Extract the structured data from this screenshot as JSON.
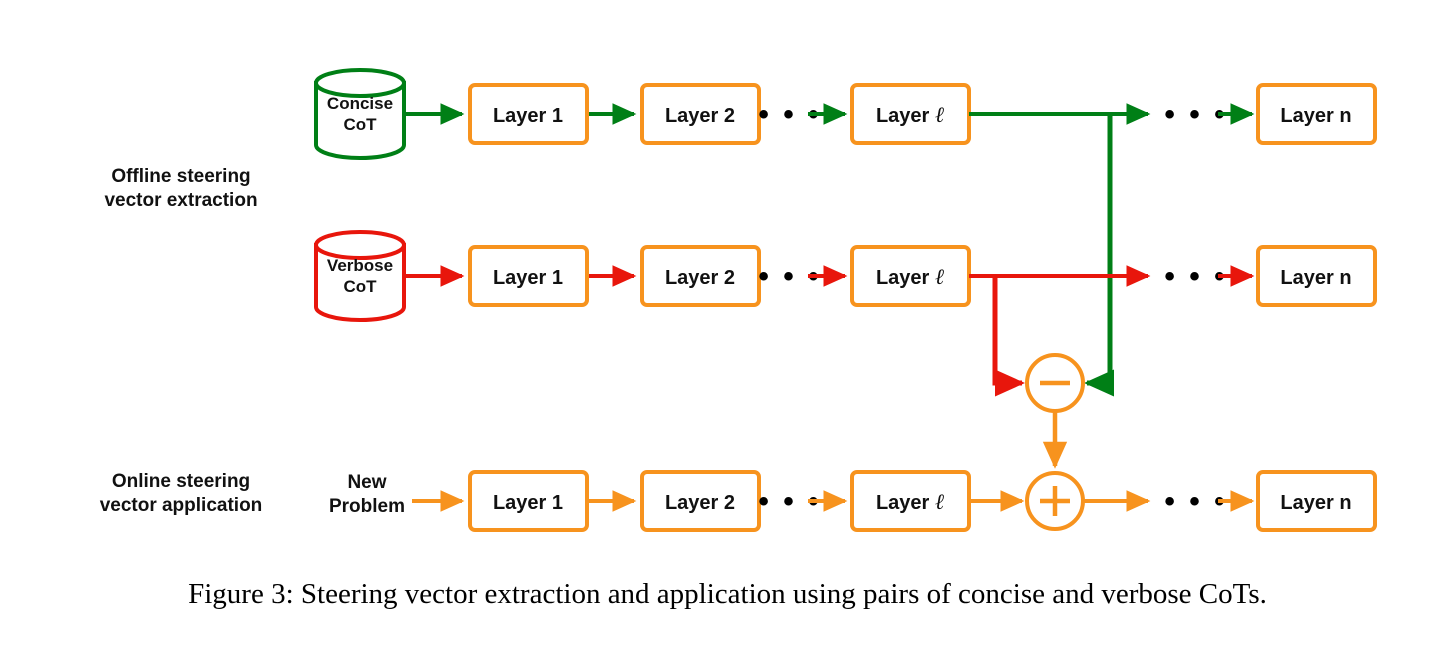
{
  "figure": {
    "caption": "Figure 3: Steering vector extraction and application using pairs of concise and verbose CoTs.",
    "background_color": "#ffffff"
  },
  "colors": {
    "orange": "#F7931E",
    "green": "#007F16",
    "red": "#E8160C",
    "text": "#111111",
    "dots": "#000000"
  },
  "stage_labels": {
    "offline_line1": "Offline steering",
    "offline_line2": "vector extraction",
    "online_line1": "Online steering",
    "online_line2": "vector application"
  },
  "sources": {
    "concise": {
      "line1": "Concise",
      "line2": "CoT",
      "color": "#007F16"
    },
    "verbose": {
      "line1": "Verbose",
      "line2": "CoT",
      "color": "#E8160C"
    },
    "new_problem": {
      "line1": "New",
      "line2": "Problem",
      "color": "#F7931E"
    }
  },
  "rows": [
    {
      "id": "concise-row",
      "color": "#007F16",
      "boxes": [
        {
          "label": "Layer 1",
          "sym": ""
        },
        {
          "label": "Layer 2",
          "sym": ""
        },
        {
          "label": "Layer ",
          "sym": "ℓ"
        },
        {
          "label": "Layer n",
          "sym": ""
        }
      ],
      "ellipses": [
        "• • •",
        "• • •"
      ]
    },
    {
      "id": "verbose-row",
      "color": "#E8160C",
      "boxes": [
        {
          "label": "Layer 1",
          "sym": ""
        },
        {
          "label": "Layer 2",
          "sym": ""
        },
        {
          "label": "Layer ",
          "sym": "ℓ"
        },
        {
          "label": "Layer n",
          "sym": ""
        }
      ],
      "ellipses": [
        "• • •",
        "• • •"
      ]
    },
    {
      "id": "online-row",
      "color": "#F7931E",
      "boxes": [
        {
          "label": "Layer 1",
          "sym": ""
        },
        {
          "label": "Layer 2",
          "sym": ""
        },
        {
          "label": "Layer ",
          "sym": "ℓ"
        },
        {
          "label": "Layer n",
          "sym": ""
        }
      ],
      "ellipses": [
        "• • •",
        "• • •"
      ]
    }
  ],
  "operators": {
    "subtract": {
      "symbol": "−",
      "color": "#F7931E"
    },
    "add": {
      "symbol": "+",
      "color": "#F7931E"
    }
  }
}
